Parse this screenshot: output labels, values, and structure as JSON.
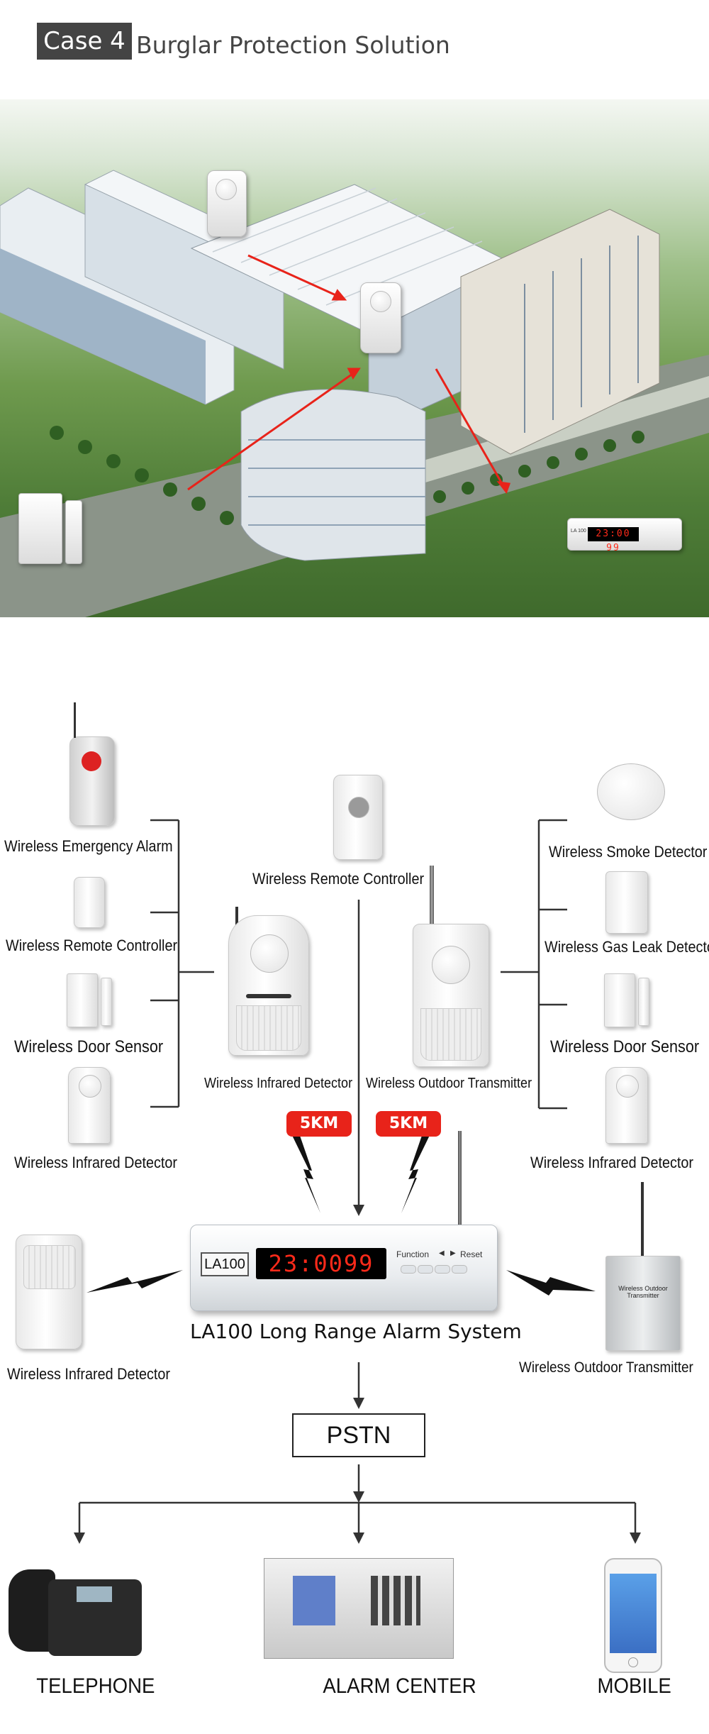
{
  "header": {
    "badge": "Case 4",
    "title": "Burglar Protection Solution"
  },
  "photo": {
    "display_code": "23:00 99",
    "panel_code": "LA 100"
  },
  "left_devices": [
    {
      "label": "Wireless Emergency Alarm"
    },
    {
      "label": "Wireless Remote Controller"
    },
    {
      "label": "Wireless Door Sensor"
    },
    {
      "label": "Wireless Infrared Detector"
    }
  ],
  "right_devices": [
    {
      "label": "Wireless Smoke Detector"
    },
    {
      "label": "Wireless Gas Leak Detector"
    },
    {
      "label": "Wireless Door Sensor"
    },
    {
      "label": "Wireless Infrared Detector"
    }
  ],
  "center": {
    "remote_label": "Wireless Remote Controller",
    "infrared_label": "Wireless Infrared Detector",
    "outdoor_label": "Wireless Outdoor Transmitter",
    "range_left": "5KM",
    "range_right": "5KM"
  },
  "alarm_panel": {
    "model": "LA100",
    "display": "23:0099",
    "function_label": "Function",
    "reset_label": "Reset",
    "system_label": "LA100 Long Range Alarm System"
  },
  "side_devices": {
    "left_label": "Wireless Infrared Detector",
    "right_label": "Wireless Outdoor Transmitter",
    "box_text": "Wireless Outdoor Transmitter"
  },
  "network": {
    "pstn": "PSTN"
  },
  "endpoints": [
    {
      "label": "TELEPHONE"
    },
    {
      "label": "ALARM CENTER"
    },
    {
      "label": "MOBILE"
    }
  ],
  "colors": {
    "accent_red": "#e8231a",
    "badge_gray": "#444444",
    "line": "#333333"
  }
}
